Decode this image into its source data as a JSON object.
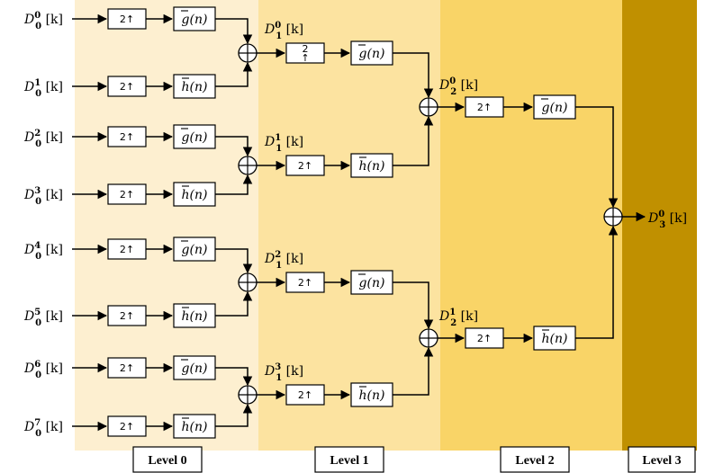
{
  "levels": [
    {
      "label": "Level 0",
      "color": "#FDEFD0"
    },
    {
      "label": "Level 1",
      "color": "#FCE3A0"
    },
    {
      "label": "Level 2",
      "color": "#F9D467"
    },
    {
      "label": "Level 3",
      "color": "#C09000"
    }
  ],
  "inputs": [
    {
      "sub": "0",
      "sup": "0",
      "filter": "g"
    },
    {
      "sub": "0",
      "sup": "1",
      "filter": "h"
    },
    {
      "sub": "0",
      "sup": "2",
      "filter": "g"
    },
    {
      "sub": "0",
      "sup": "3",
      "filter": "h"
    },
    {
      "sub": "0",
      "sup": "4",
      "filter": "g"
    },
    {
      "sub": "0",
      "sup": "5",
      "filter": "h"
    },
    {
      "sub": "0",
      "sup": "6",
      "filter": "g"
    },
    {
      "sub": "0",
      "sup": "7",
      "filter": "h"
    }
  ],
  "level1_nodes": [
    {
      "sub": "1",
      "sup": "0",
      "filter": "g"
    },
    {
      "sub": "1",
      "sup": "1",
      "filter": "h"
    },
    {
      "sub": "1",
      "sup": "2",
      "filter": "g"
    },
    {
      "sub": "1",
      "sup": "3",
      "filter": "h"
    }
  ],
  "level2_nodes": [
    {
      "sub": "2",
      "sup": "0",
      "filter": "g"
    },
    {
      "sub": "2",
      "sup": "1",
      "filter": "h"
    }
  ],
  "output": {
    "sub": "3",
    "sup": "0"
  },
  "upsample_label": "2↑",
  "upsample_top": "2",
  "upsample_bottom": "↑",
  "signal_letter": "D",
  "index_suffix": " [k]",
  "filter_arg": "(n)",
  "filter_g": "g",
  "filter_h": "h"
}
